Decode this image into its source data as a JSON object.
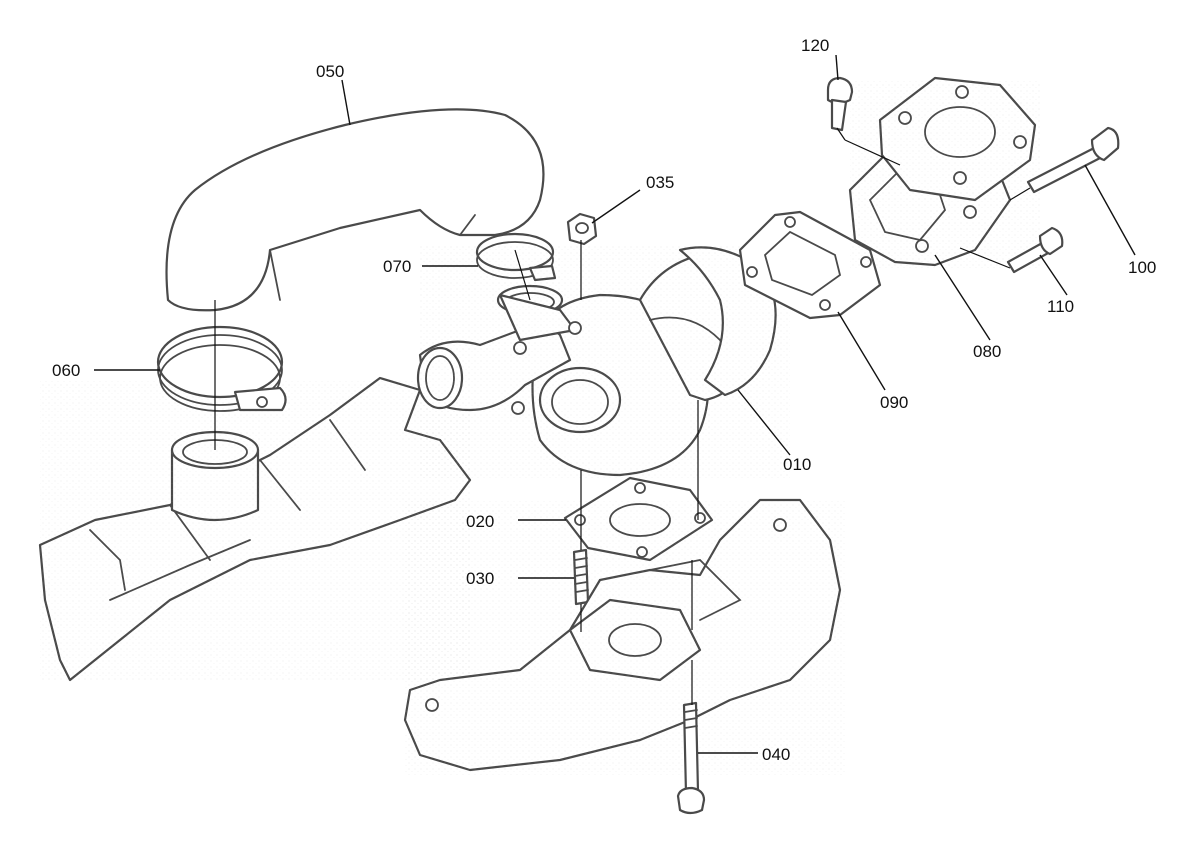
{
  "diagram": {
    "callouts": {
      "c010": "010",
      "c020": "020",
      "c030": "030",
      "c035": "035",
      "c040": "040",
      "c050": "050",
      "c060": "060",
      "c070": "070",
      "c080": "080",
      "c090": "090",
      "c100": "100",
      "c110": "110",
      "c120": "120"
    }
  }
}
